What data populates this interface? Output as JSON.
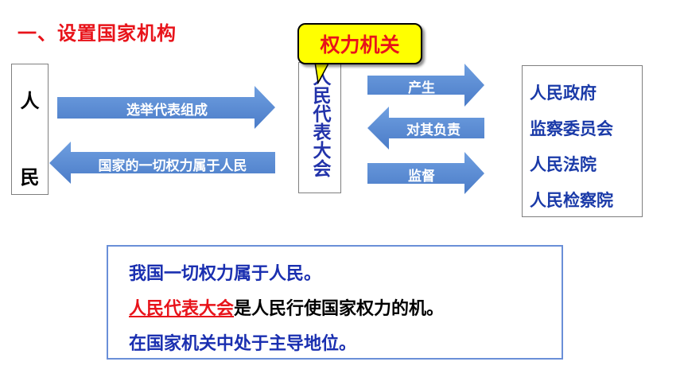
{
  "title": "一、设置国家机构",
  "people": {
    "char1": "人",
    "char2": "民"
  },
  "npc": {
    "text": "人民代表大会"
  },
  "callout": {
    "text": "权力机关"
  },
  "arrows": {
    "elect": "选举代表组成",
    "power": "国家的一切权力属于人民",
    "produce": "产生",
    "responsible": "对其负责",
    "supervise": "监督"
  },
  "organs": [
    "人民政府",
    "监察委员会",
    "人民法院",
    "人民检察院"
  ],
  "summary": {
    "line1": "我国一切权力属于人民。",
    "line2_red": "人民代表大会",
    "line2_rest": "是人民行使国家权力的机。",
    "line3": "在国家机关中处于主导地位。"
  },
  "colors": {
    "arrow": "#5b8fd6",
    "title": "#e8131a",
    "callout_bg": "#ffff00",
    "text_blue": "#1a2fb0"
  }
}
